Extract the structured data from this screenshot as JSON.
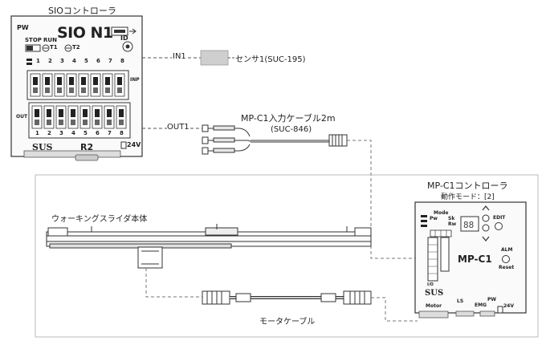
{
  "sio": {
    "title": "SIOコントローラ",
    "pw": "PW",
    "model": "SIO N1",
    "stop": "STOP",
    "run": "RUN",
    "t1": "T1",
    "t2": "T2",
    "id": "ID",
    "top_nums": [
      "1",
      "2",
      "3",
      "4",
      "5",
      "6",
      "7",
      "8"
    ],
    "bottom_nums": [
      "1",
      "2",
      "3",
      "4",
      "5",
      "6",
      "7",
      "8"
    ],
    "inp": "INP",
    "out": "OUT",
    "brand": "SUS",
    "r2": "R2",
    "v24": "24V"
  },
  "labels": {
    "in1": "IN1",
    "out1": "OUT1",
    "sensor": "センサ1(SUC-195)",
    "cable_title": "MP-C1入力ケーブル2m",
    "cable_code": "(SUC-846)",
    "slider": "ウォーキングスライダ本体",
    "motor_cable": "モータケーブル"
  },
  "mp": {
    "title": "MP-C1コントローラ",
    "mode_text": "動作モード：[2]",
    "mode": "Mode",
    "pw": "Pw",
    "sk": "Sk",
    "rw": "Rw",
    "model": "MP-C1",
    "edit": "EDIT",
    "alm": "ALM",
    "reset": "Reset",
    "brand": "SUS",
    "motor": "Motor",
    "ls": "LS",
    "emg": "EMG",
    "pwr": "PW",
    "v24": "24V",
    "io": "I/O"
  },
  "colors": {
    "line": "#444444",
    "dark": "#222222",
    "panel": "#f4f4f4",
    "sensor": "#cfcfcf"
  }
}
